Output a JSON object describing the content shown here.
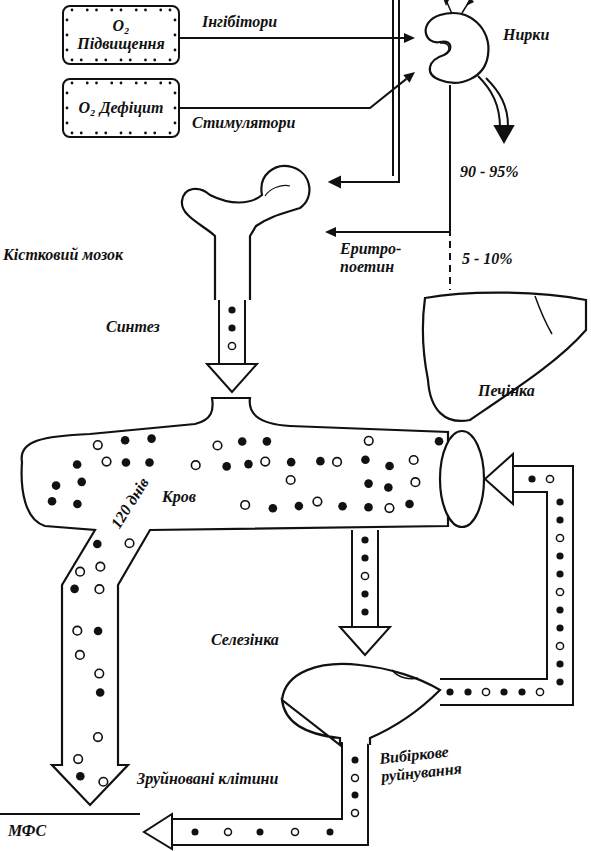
{
  "diagram": {
    "nodes": [
      {
        "text": [
          "O₂ Підвищення"
        ]
      },
      {
        "text": [
          "O₂ Дефіцит"
        ]
      },
      {
        "text": [
          "Нирки"
        ]
      },
      {
        "text": [
          "Кістковий мозок"
        ]
      },
      {
        "text": [
          "Печінка"
        ]
      },
      {
        "text": [
          "Кров"
        ]
      },
      {
        "text": [
          "Селезінка"
        ]
      }
    ],
    "edges": [
      {
        "from": 0,
        "to": 2,
        "label": "Інгібітори",
        "arrow": "to"
      },
      {
        "from": 1,
        "to": 2,
        "label": "Стимулятори",
        "arrow": "to"
      },
      {
        "from": 2,
        "to": 3,
        "label": "Еритро- поетин",
        "arrow": "to"
      },
      {
        "from": 2,
        "to": 4,
        "label": "5 - 10%",
        "arrow": "none"
      },
      {
        "from": 3,
        "to": 5,
        "label": "Синтез",
        "arrow": "to"
      },
      {
        "from": 5,
        "to": 6,
        "arrow": "to"
      },
      {
        "from": 6,
        "to": 5,
        "arrow": "to"
      }
    ],
    "labels": [
      "90 - 95%",
      "120 днів",
      "Вибіркове руйнування",
      "Зруйновані клітини",
      "МФС"
    ]
  }
}
